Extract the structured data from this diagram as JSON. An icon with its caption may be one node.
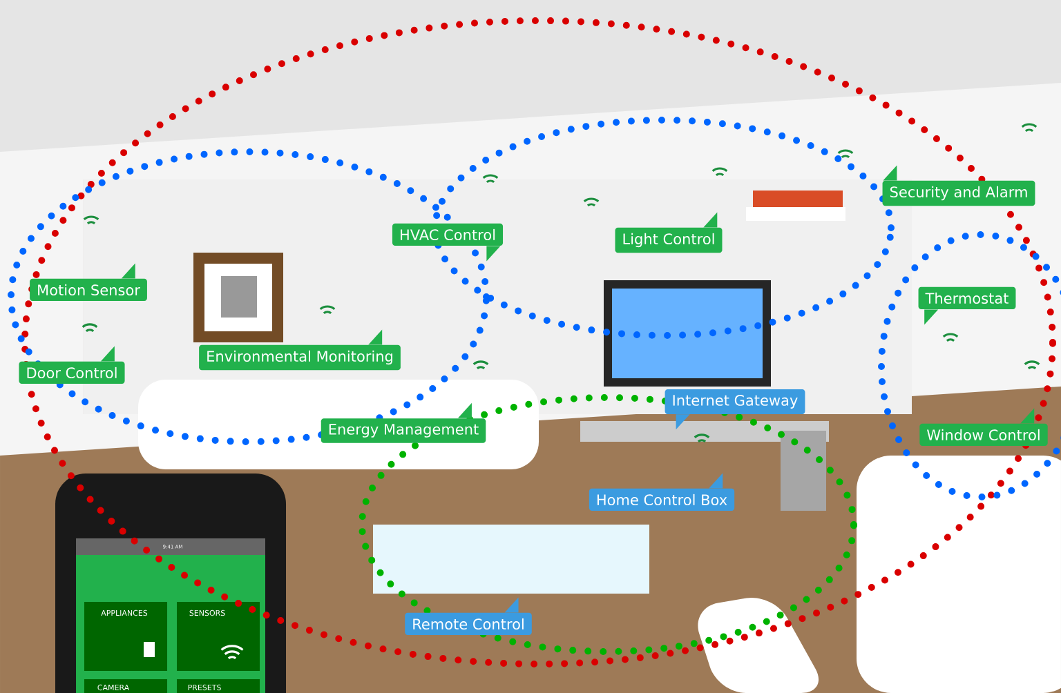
{
  "diagram": {
    "nodes": [
      {
        "text": [
          "Security and Alarm"
        ]
      },
      {
        "text": [
          "HVAC Control"
        ]
      },
      {
        "text": [
          "Light Control"
        ]
      },
      {
        "text": [
          "Motion Sensor"
        ]
      },
      {
        "text": [
          "Thermostat"
        ]
      },
      {
        "text": [
          "Environmental Monitoring"
        ]
      },
      {
        "text": [
          "Door Control"
        ]
      },
      {
        "text": [
          "Internet Gateway"
        ]
      },
      {
        "text": [
          "Energy Management"
        ]
      },
      {
        "text": [
          "Window Control"
        ]
      },
      {
        "text": [
          "Home Control Box"
        ]
      },
      {
        "text": [
          "Remote Control"
        ]
      }
    ],
    "labels": [
      "9:41 AM",
      "APPLIANCES",
      "SENSORS",
      "CAMERA",
      "PRESETS"
    ]
  }
}
